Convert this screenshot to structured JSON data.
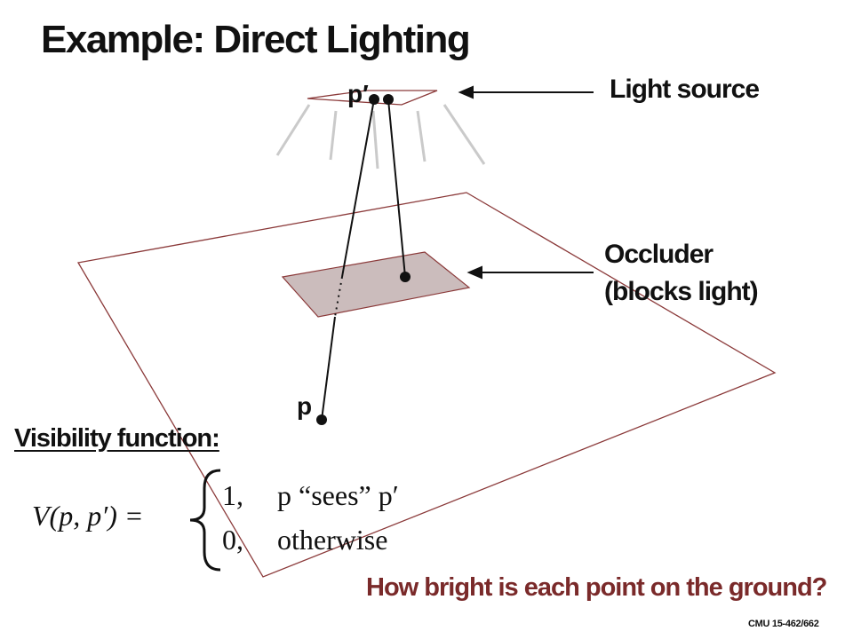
{
  "title": "Example: Direct Lighting",
  "labels": {
    "light_source": "Light source",
    "occluder_line1": "Occluder",
    "occluder_line2": "(blocks light)",
    "point_p": "p",
    "point_p_prime": "p′"
  },
  "visibility": {
    "heading": "Visibility function:",
    "lhs": "V(p, p′) =",
    "case1_value": "1,",
    "case1_condition": "p “sees” p′",
    "case2_value": "0,",
    "case2_condition": "otherwise"
  },
  "question": "How bright is each point on the ground?",
  "footer": "CMU 15-462/662",
  "colors": {
    "ground_outline": "#8b3a3a",
    "occluder_fill": "#c9b8b8",
    "question_text": "#7a2a2a",
    "light_rays": "#bdbdbd"
  }
}
